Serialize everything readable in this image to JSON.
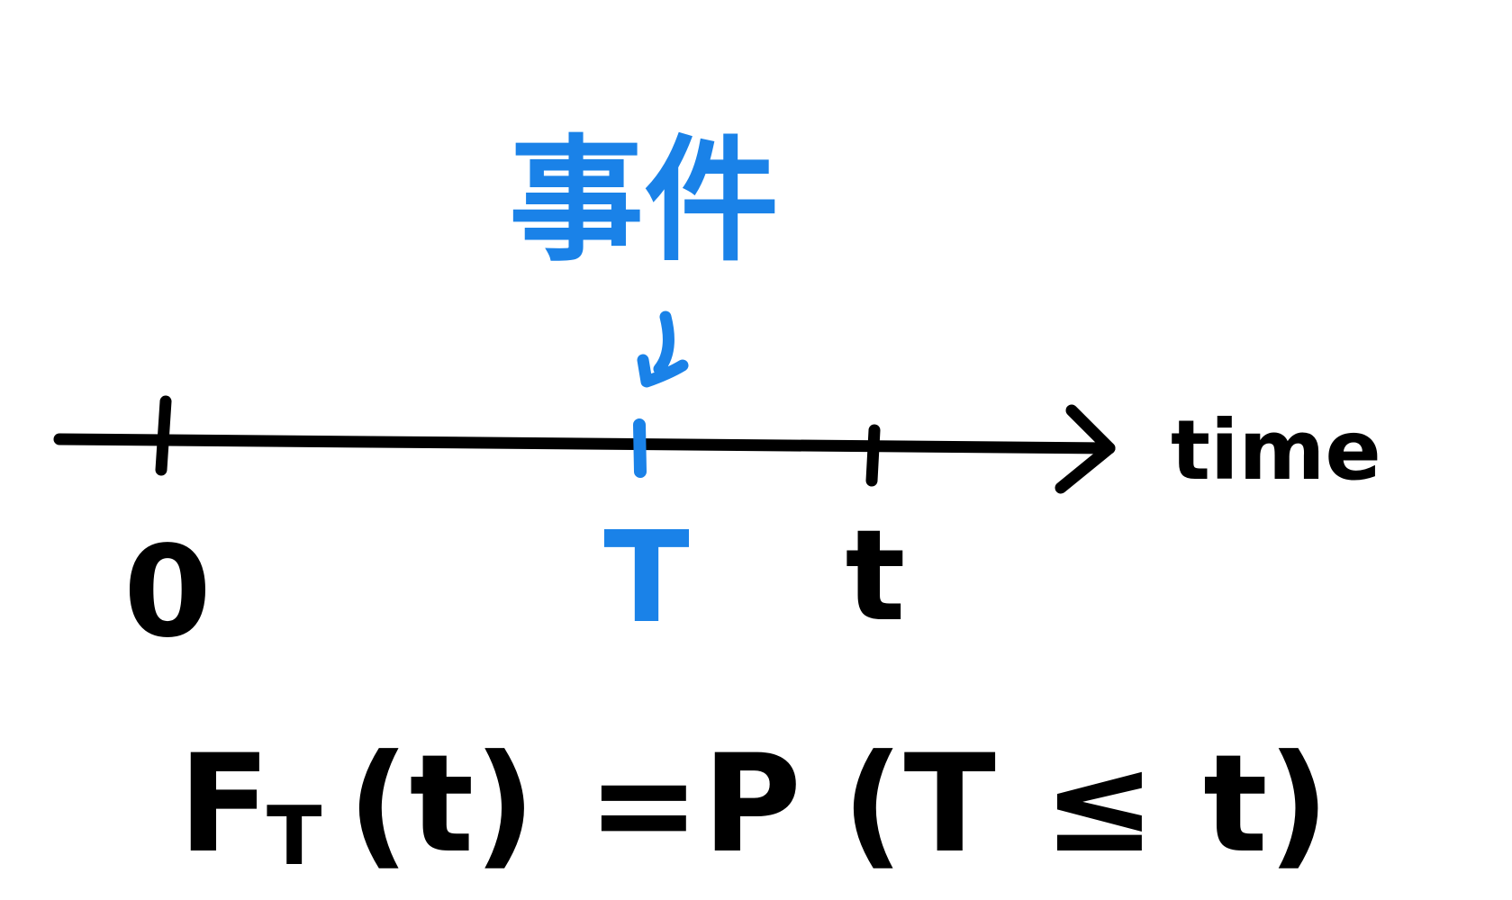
{
  "colors": {
    "ink": "#000000",
    "highlight": "#1a82e8",
    "background": "#ffffff"
  },
  "event_label": "事件",
  "axis_label": "time",
  "ticks": [
    {
      "label": "0",
      "highlighted": false
    },
    {
      "label": "T",
      "highlighted": true
    },
    {
      "label": "t",
      "highlighted": false
    }
  ],
  "formula": "F_T(t) = P(T ≤ t)",
  "formula_parts": {
    "function": "F",
    "subscript": "T",
    "argument": "(t)",
    "equals": "=",
    "prob": "P",
    "condition": "(T ≤ t)"
  }
}
